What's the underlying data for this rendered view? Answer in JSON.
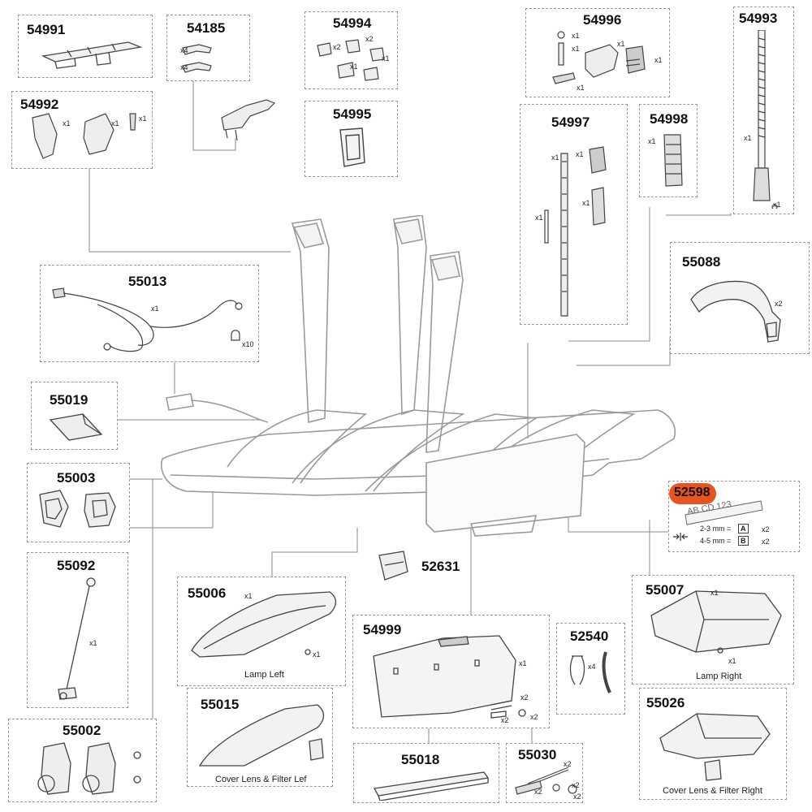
{
  "parts": [
    {
      "id": "p54991",
      "number": "54991"
    },
    {
      "id": "p54185",
      "number": "54185"
    },
    {
      "id": "p54994",
      "number": "54994"
    },
    {
      "id": "p54995",
      "number": "54995"
    },
    {
      "id": "p54996",
      "number": "54996"
    },
    {
      "id": "p54993",
      "number": "54993"
    },
    {
      "id": "p54992",
      "number": "54992"
    },
    {
      "id": "p54997",
      "number": "54997"
    },
    {
      "id": "p54998",
      "number": "54998"
    },
    {
      "id": "p55013",
      "number": "55013"
    },
    {
      "id": "p55088",
      "number": "55088"
    },
    {
      "id": "p55019",
      "number": "55019"
    },
    {
      "id": "p55003",
      "number": "55003"
    },
    {
      "id": "p52598",
      "number": "52598"
    },
    {
      "id": "p55092",
      "number": "55092"
    },
    {
      "id": "p52631",
      "number": "52631"
    },
    {
      "id": "p55006",
      "number": "55006"
    },
    {
      "id": "p55007",
      "number": "55007"
    },
    {
      "id": "p54999",
      "number": "54999"
    },
    {
      "id": "p52540",
      "number": "52540"
    },
    {
      "id": "p55015",
      "number": "55015"
    },
    {
      "id": "p55026",
      "number": "55026"
    },
    {
      "id": "p55002",
      "number": "55002"
    },
    {
      "id": "p55018",
      "number": "55018"
    },
    {
      "id": "p55030",
      "number": "55030"
    }
  ],
  "quantities": {
    "x1": "x1",
    "x2": "x2",
    "x4": "x4",
    "x10": "x10"
  },
  "captions": {
    "lamp_left": "Lamp Left",
    "lamp_right": "Lamp Right",
    "cover_left": "Cover Lens & Filter Lef",
    "cover_right": "Cover Lens & Filter Right"
  },
  "plate": {
    "sample": "AB CD 123",
    "row_a": "2-3 mm =",
    "row_b": "4-5 mm =",
    "letter_a": "A",
    "letter_b": "B"
  },
  "colors": {
    "highlight": "#e8541f",
    "outline": "#9a9a9a"
  }
}
